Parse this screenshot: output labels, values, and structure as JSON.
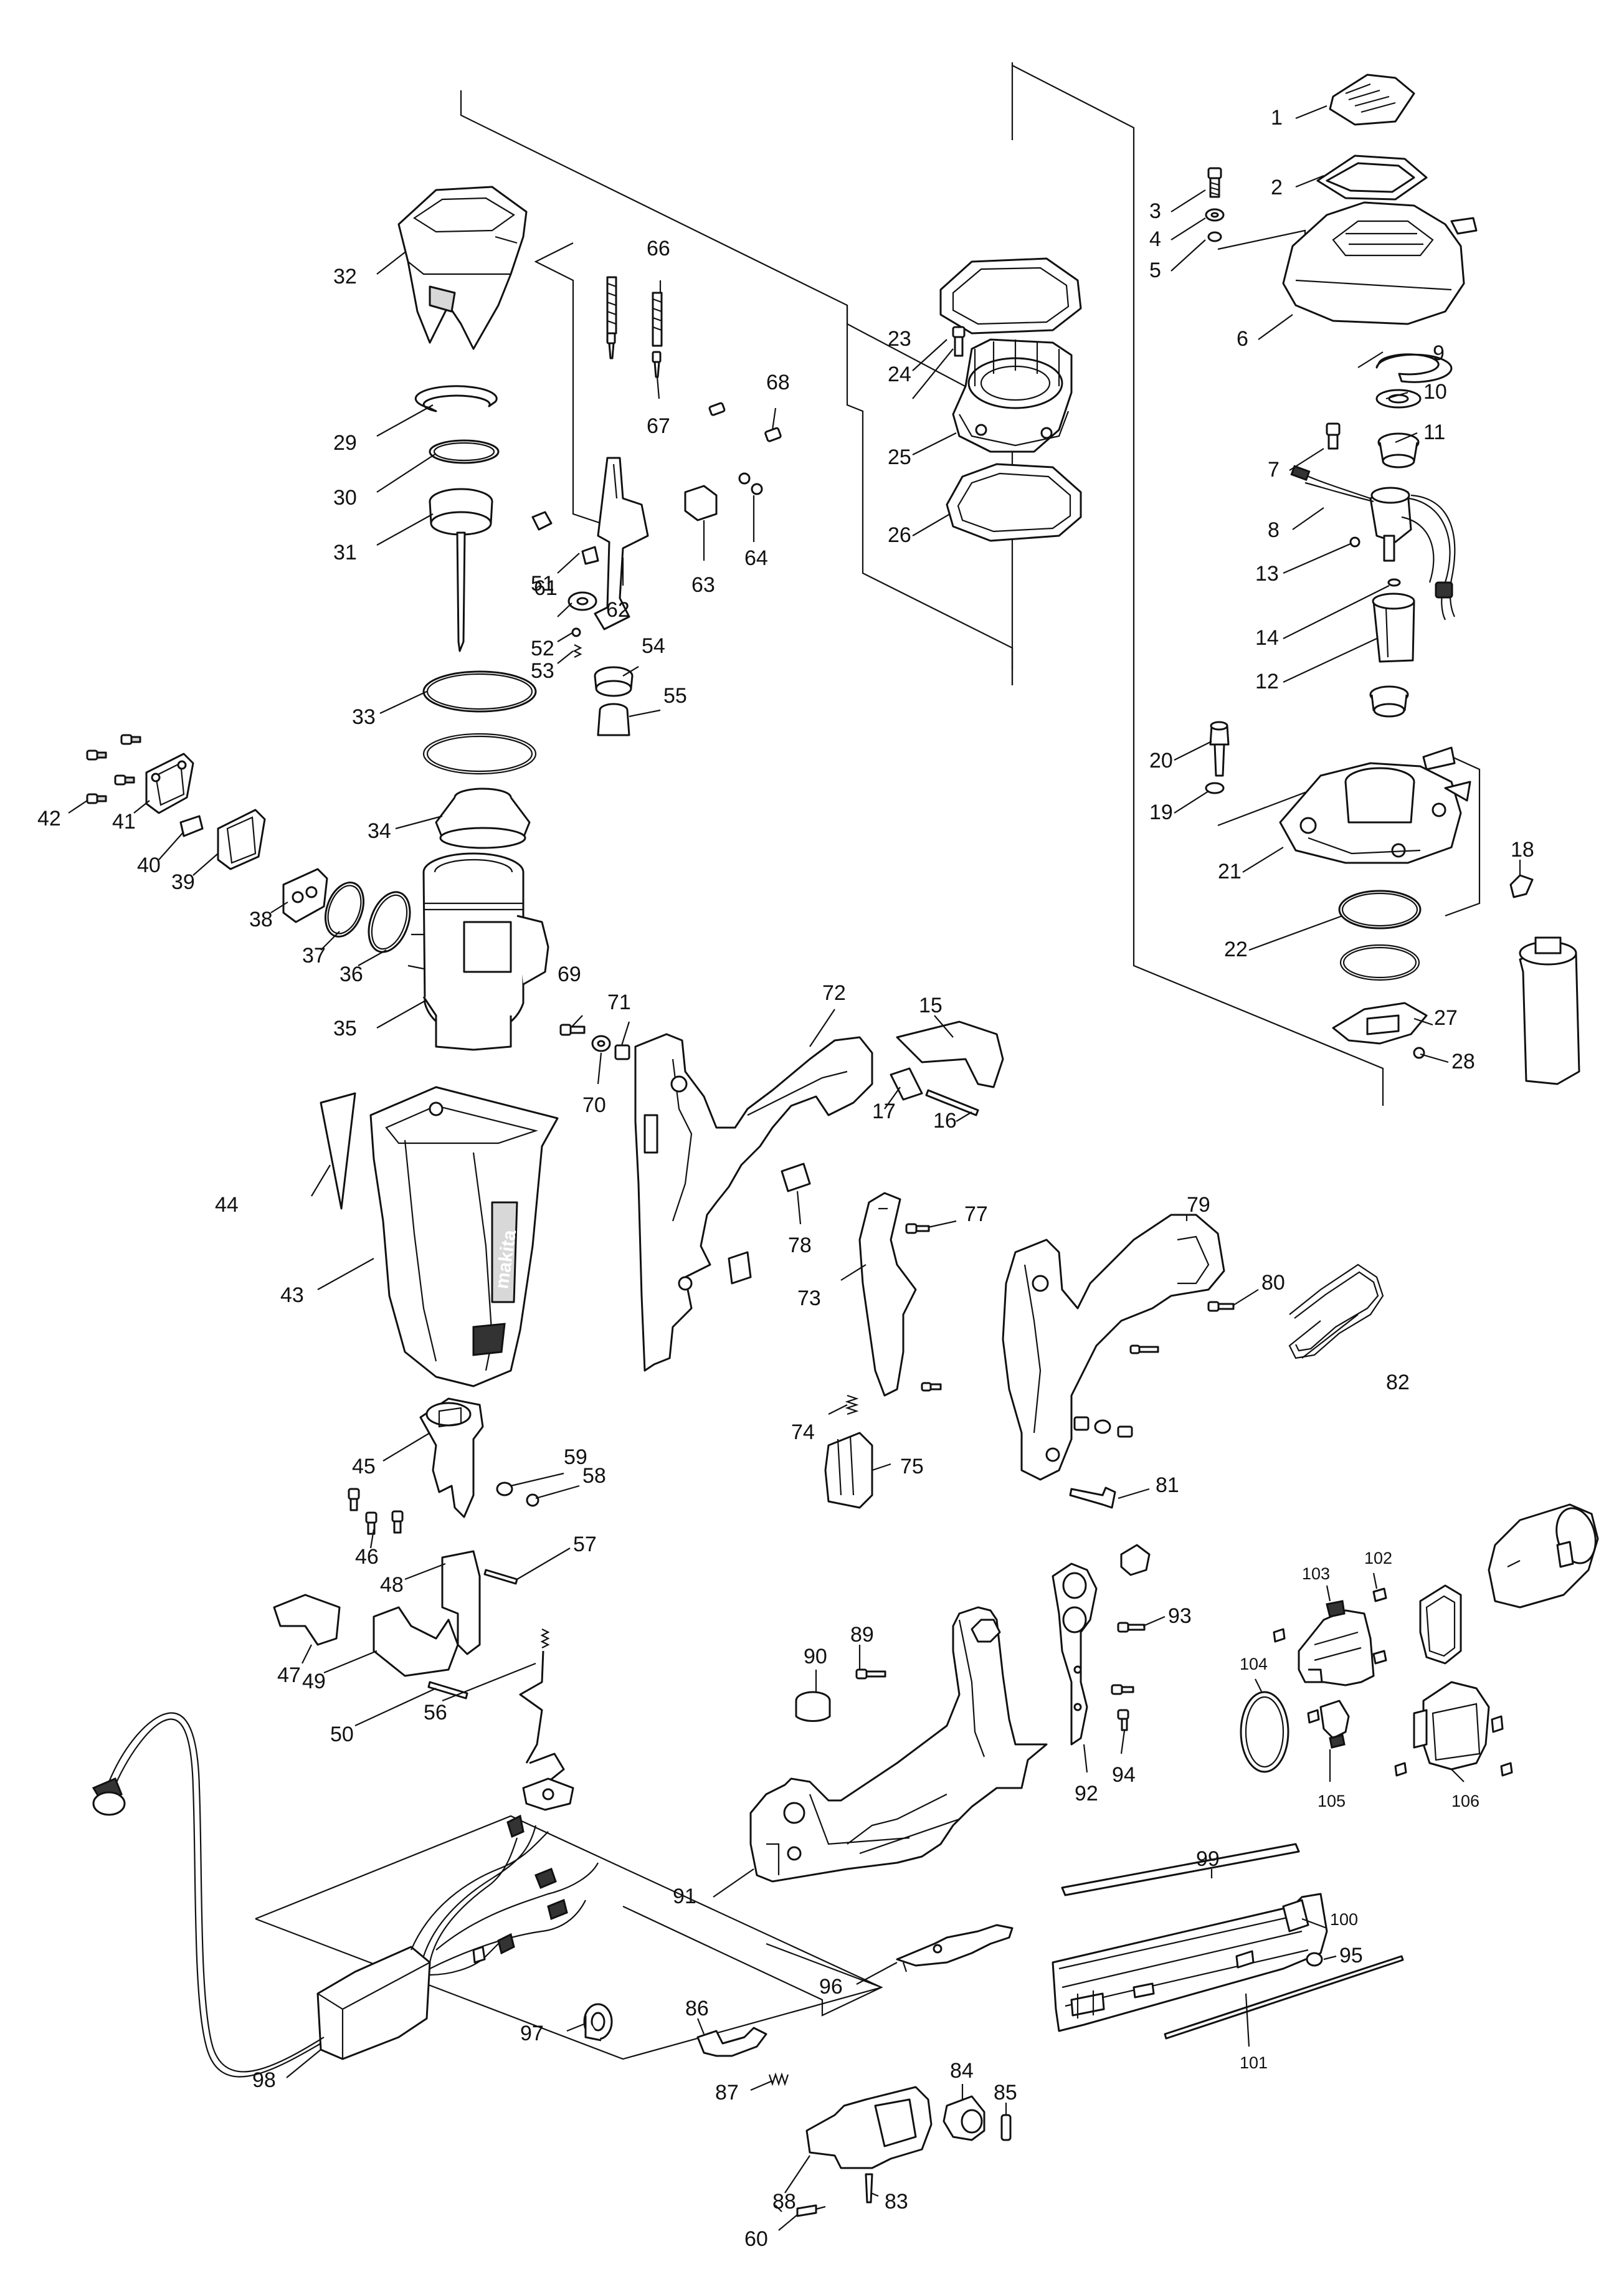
{
  "diagram": {
    "part_numbers": [
      "1",
      "2",
      "3",
      "4",
      "5",
      "6",
      "7",
      "8",
      "9",
      "10",
      "11",
      "12",
      "13",
      "14",
      "15",
      "16",
      "17",
      "18",
      "19",
      "20",
      "21",
      "22",
      "23",
      "24",
      "25",
      "26",
      "27",
      "28",
      "29",
      "30",
      "31",
      "32",
      "33",
      "34",
      "35",
      "36",
      "37",
      "38",
      "39",
      "40",
      "41",
      "42",
      "43",
      "44",
      "45",
      "46",
      "47",
      "48",
      "49",
      "50",
      "51",
      "52",
      "53",
      "54",
      "55",
      "56",
      "57",
      "58",
      "59",
      "60",
      "61",
      "62",
      "63",
      "64",
      "66",
      "67",
      "68",
      "69",
      "70",
      "71",
      "72",
      "73",
      "74",
      "75",
      "77",
      "78",
      "79",
      "80",
      "81",
      "82",
      "83",
      "84",
      "85",
      "86",
      "87",
      "88",
      "89",
      "90",
      "91",
      "92",
      "93",
      "94",
      "95",
      "96",
      "97",
      "98",
      "99",
      "100",
      "101",
      "102",
      "103",
      "104",
      "105",
      "106"
    ],
    "brand_mark": "makita"
  }
}
